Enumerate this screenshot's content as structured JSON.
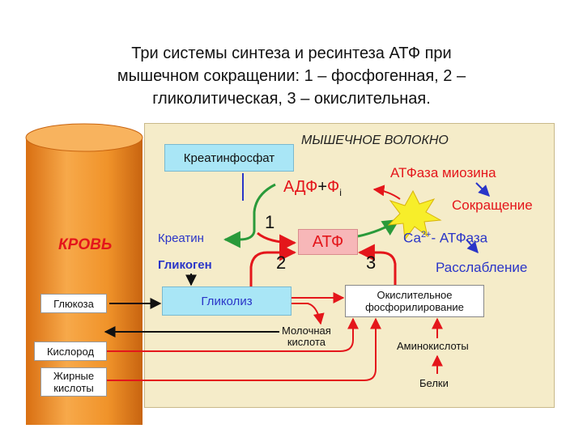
{
  "title_lines": [
    "Три системы синтеза и ресинтеза АТФ при",
    "мышечном сокращении: 1 – фосфогенная, 2 –",
    "гликолитическая, 3 – окислительная."
  ],
  "muscle_fiber_label": "МЫШЕЧНОЕ ВОЛОКНО",
  "blood_label": "КРОВЬ",
  "nodes": {
    "creatine_phosphate": "Креатинфосфат",
    "adp": "АДФ",
    "plus": "+",
    "pi": "Ф",
    "pi_sub": "i",
    "atpase_myosin": "АТФаза миозина",
    "contraction": "Сокращение",
    "creatine": "Креатин",
    "glycogen": "Гликоген",
    "atp": "АТФ",
    "ca": "Са",
    "ca_sup": "2+",
    "ca_atpase": "- АТФаза",
    "relaxation": "Расслабление",
    "glucose": "Глюкоза",
    "glycolysis": "Гликолиз",
    "oxidative_1": "Окислительное",
    "oxidative_2": "фосфорилирование",
    "lactic_1": "Молочная",
    "lactic_2": "кислота",
    "oxygen": "Кислород",
    "amino_acids": "Аминокислоты",
    "fatty_1": "Жирные",
    "fatty_2": "кислоты",
    "proteins": "Белки"
  },
  "system_numbers": {
    "one": "1",
    "two": "2",
    "three": "3"
  },
  "colors": {
    "panel": "#f5ecc9",
    "vessel": "#f29a2e",
    "red": "#e4161b",
    "green": "#2a9a3a",
    "blue": "#2a35c8",
    "cyan_box": "#a9e6f6",
    "atp_box": "#f7b7b8",
    "star": "#f7ee2a"
  }
}
